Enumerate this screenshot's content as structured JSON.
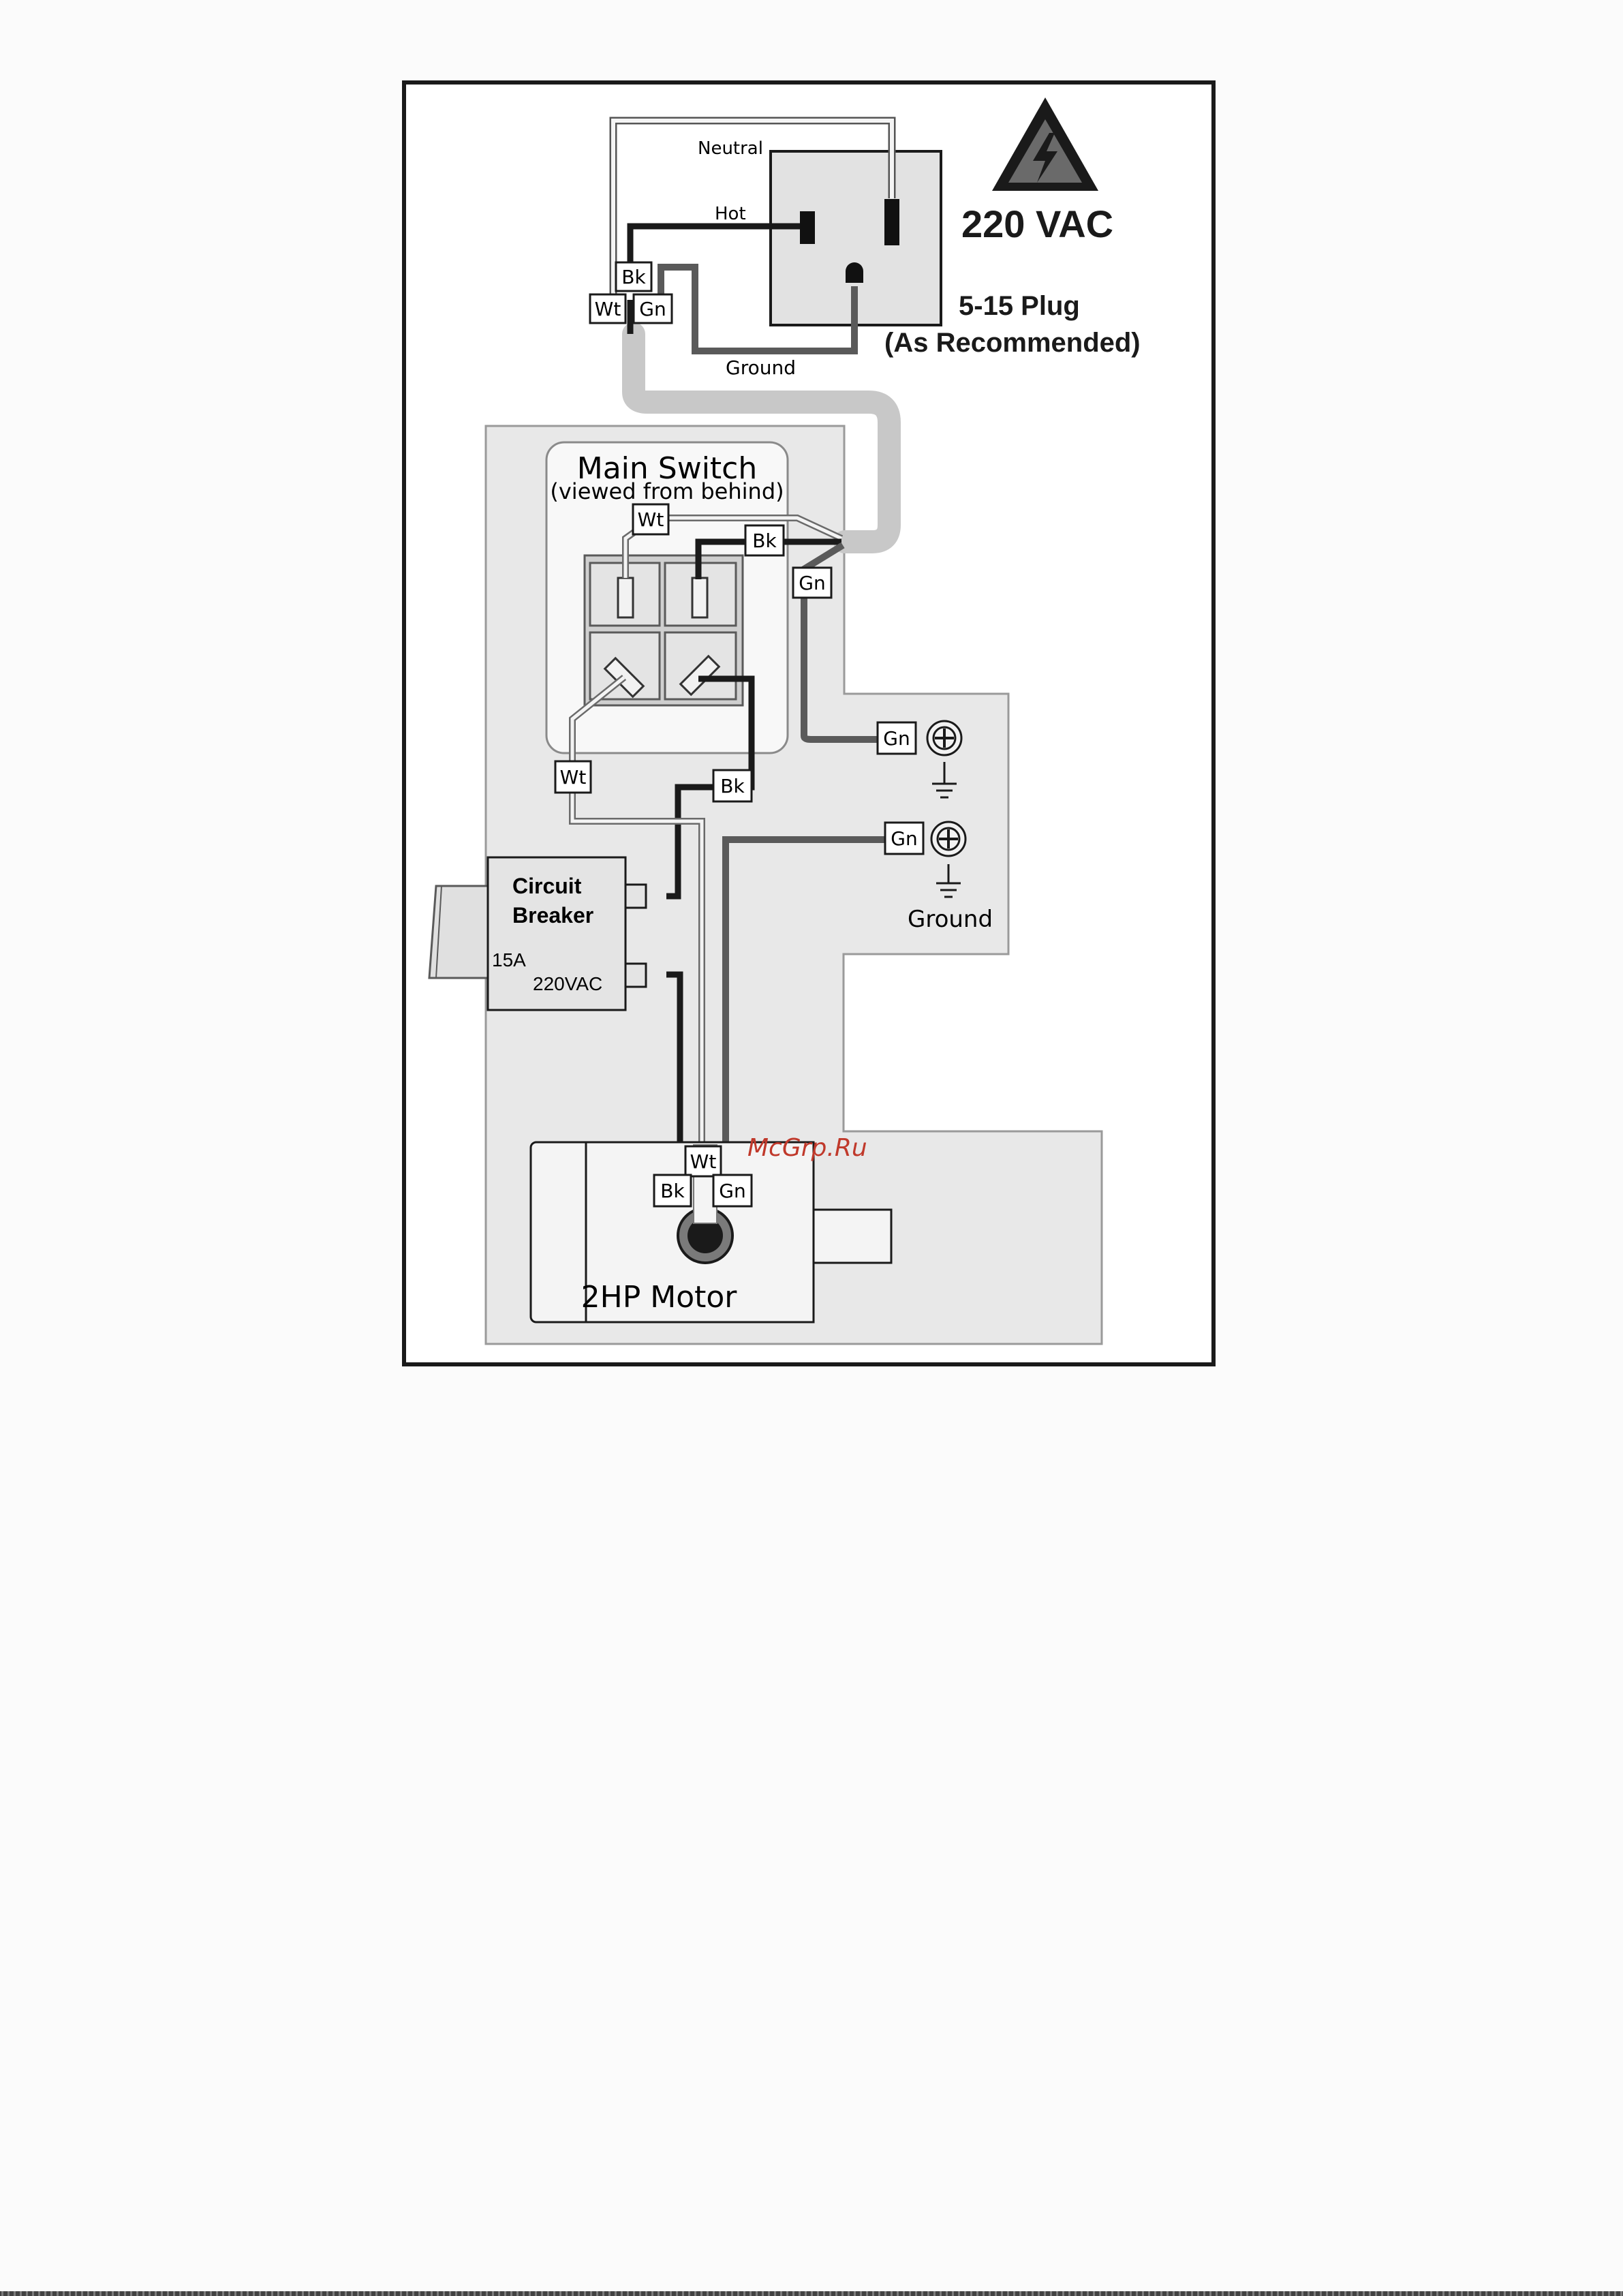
{
  "warning": {
    "voltage": "220 VAC",
    "plug_line1": "5-15 Plug",
    "plug_line2": "(As Recommended)",
    "icon": "high-voltage-warning-icon"
  },
  "wire_labels": {
    "neutral": "Neutral",
    "hot": "Hot",
    "ground": "Ground"
  },
  "tags": {
    "black": "Bk",
    "white": "Wt",
    "green": "Gn"
  },
  "main_switch": {
    "title": "Main Switch",
    "subtitle": "(viewed from behind)"
  },
  "circuit_breaker": {
    "line1": "Circuit",
    "line2": "Breaker",
    "amps": "15A",
    "voltage": "220VAC"
  },
  "ground_label": "Ground",
  "motor": {
    "label": "2HP Motor"
  },
  "watermark": "McGrp.Ru",
  "colors": {
    "black_wire": "#1a1a1a",
    "white_wire": "#f4f4f4",
    "green_wire": "#5a5a5a",
    "panel": "#e8e8e8",
    "watermark": "#c0392b"
  }
}
